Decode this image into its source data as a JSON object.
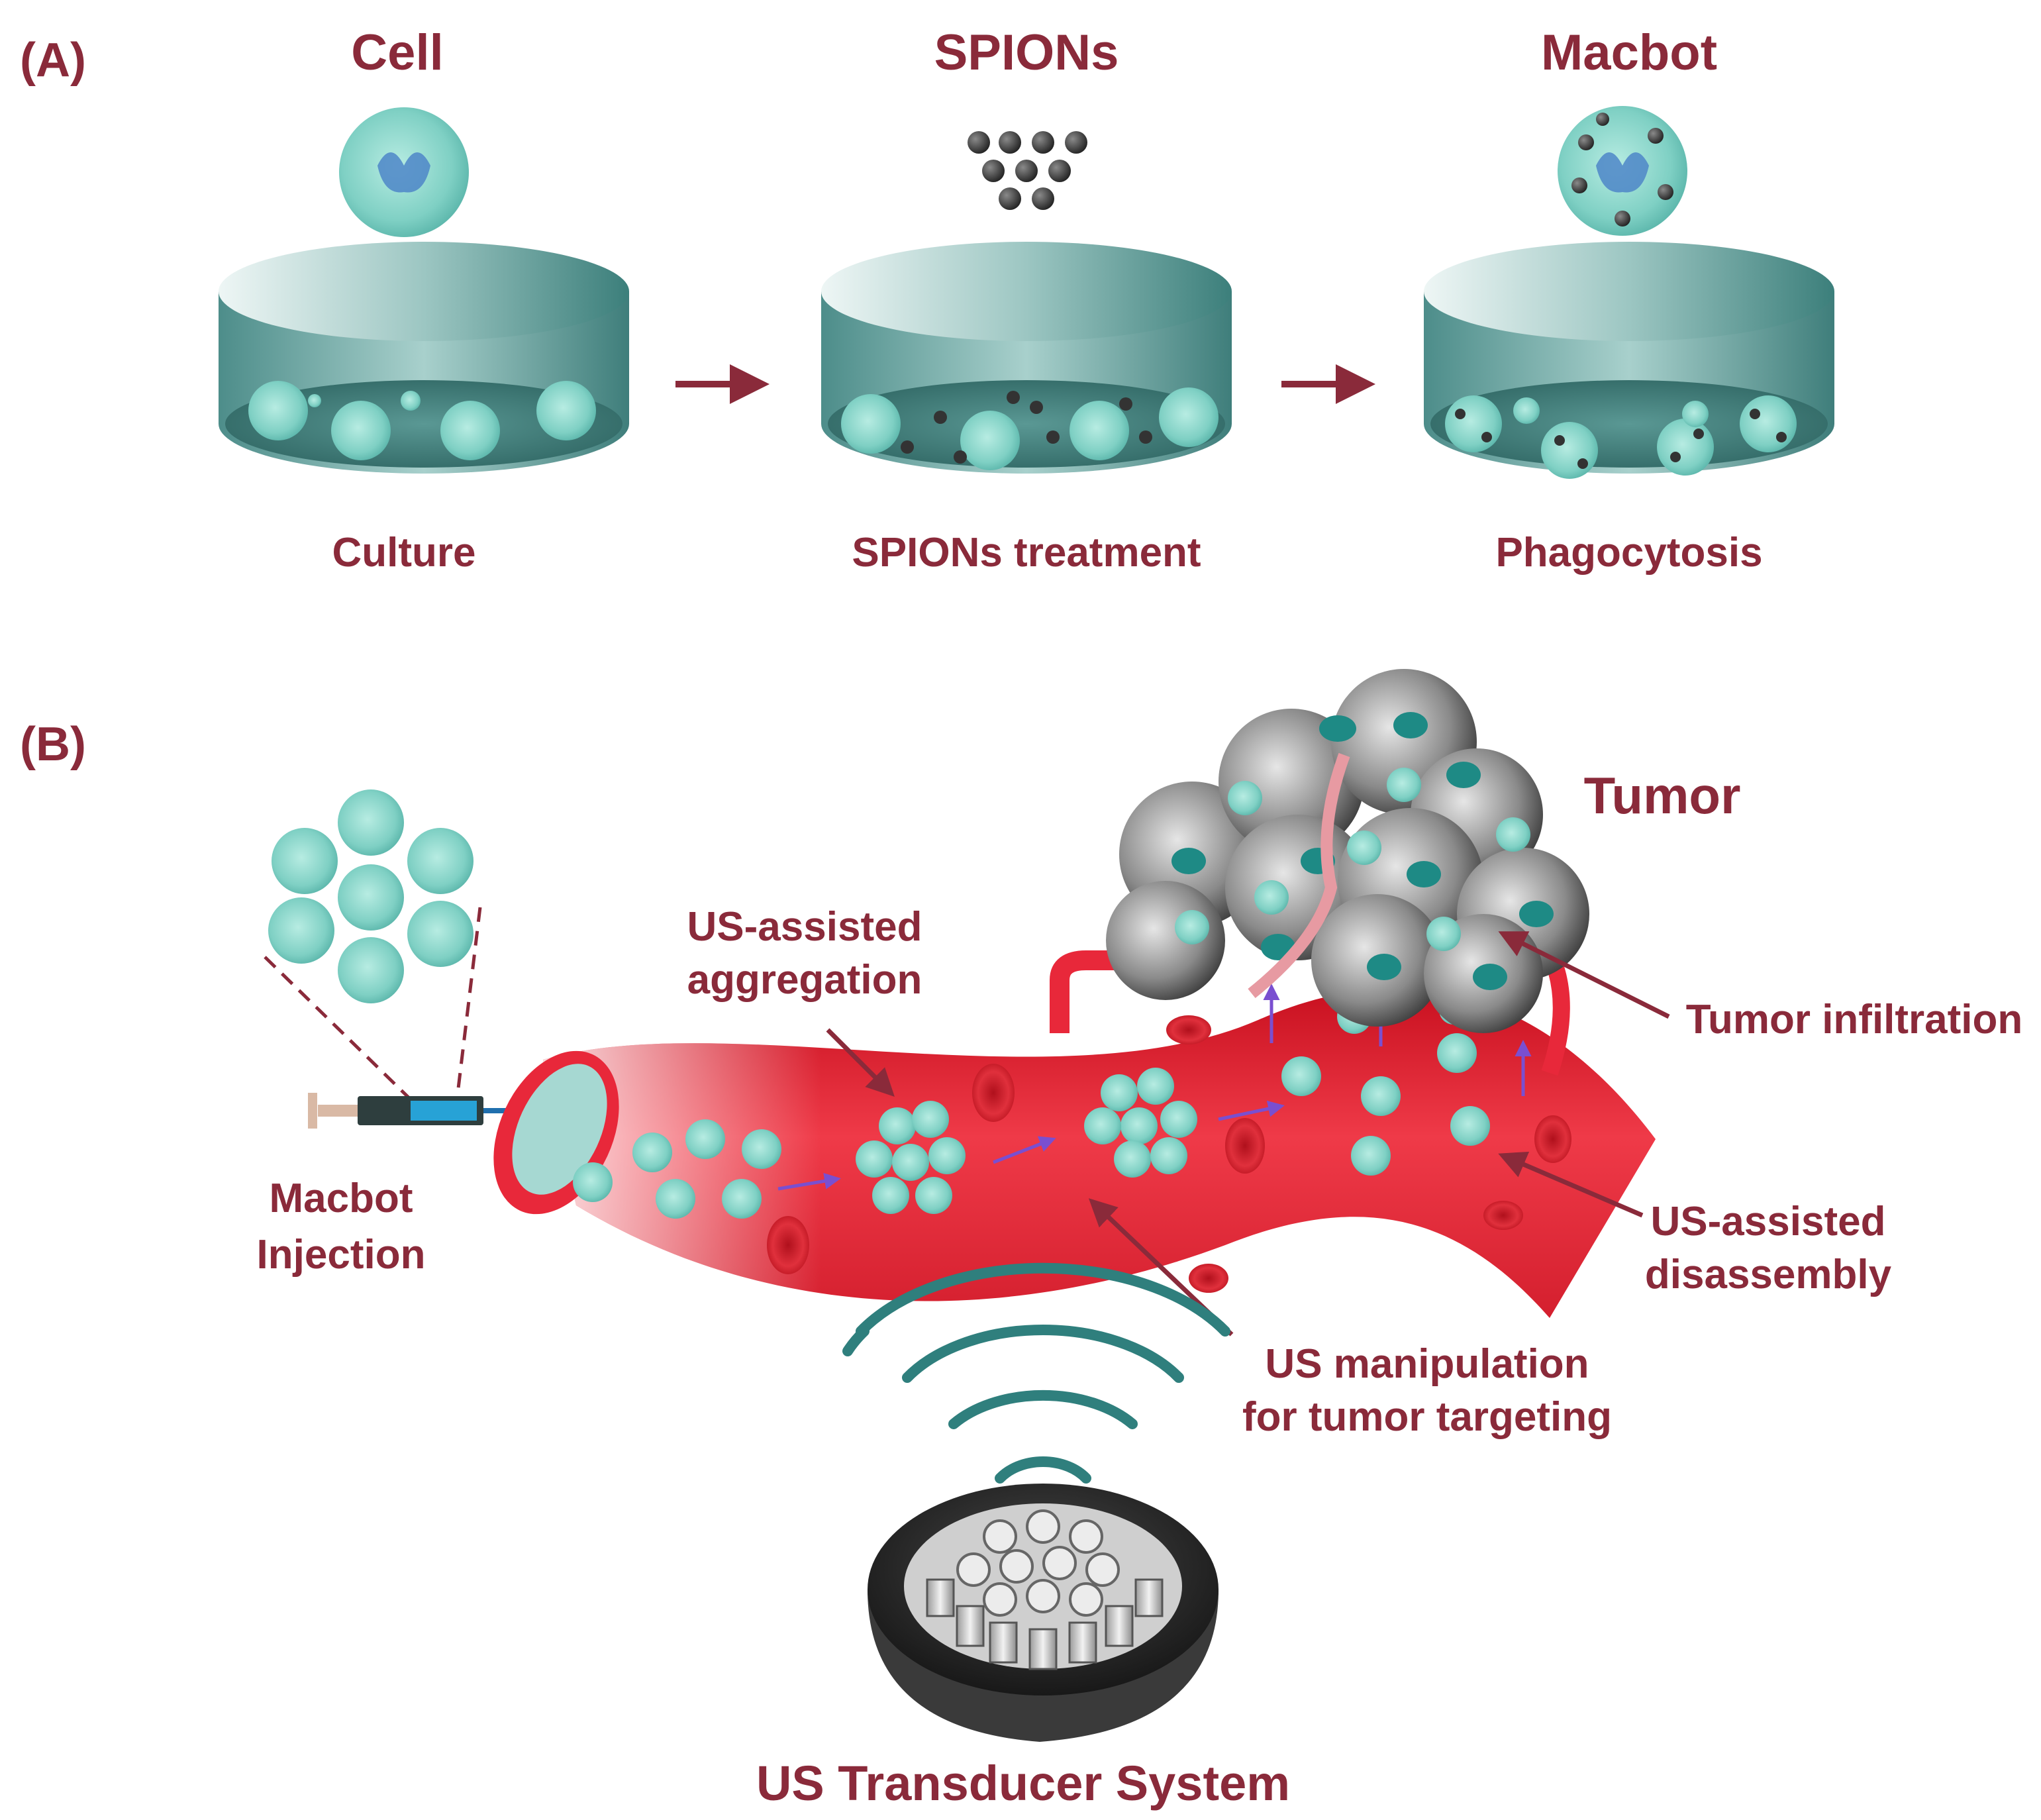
{
  "panel_a": {
    "label": "(A)",
    "stages": [
      {
        "title": "Cell",
        "caption": "Culture"
      },
      {
        "title": "SPIONs",
        "caption": "SPIONs treatment"
      },
      {
        "title": "Macbot",
        "caption": "Phagocytosis"
      }
    ]
  },
  "panel_b": {
    "label": "(B)",
    "injection": [
      "Macbot",
      "Injection"
    ],
    "aggregation": [
      "US-assisted",
      "aggregation"
    ],
    "tumor": "Tumor",
    "infiltration": "Tumor infiltration",
    "disassembly": [
      "US-assisted",
      "disassembly"
    ],
    "manipulation": [
      "US manipulation",
      "for tumor targeting"
    ],
    "transducer": "US Transducer System"
  },
  "colors": {
    "label_text": "#8a2a3a",
    "arrow": "#8a2a3a",
    "dish_teal": "#5f9e9a",
    "vessel_red": "#e8283a",
    "cell_fill": "#7fd0c4",
    "spion": "#3a3a3a",
    "us_wave": "#2f7f7d",
    "flow_arrow": "#7a4fd0"
  }
}
